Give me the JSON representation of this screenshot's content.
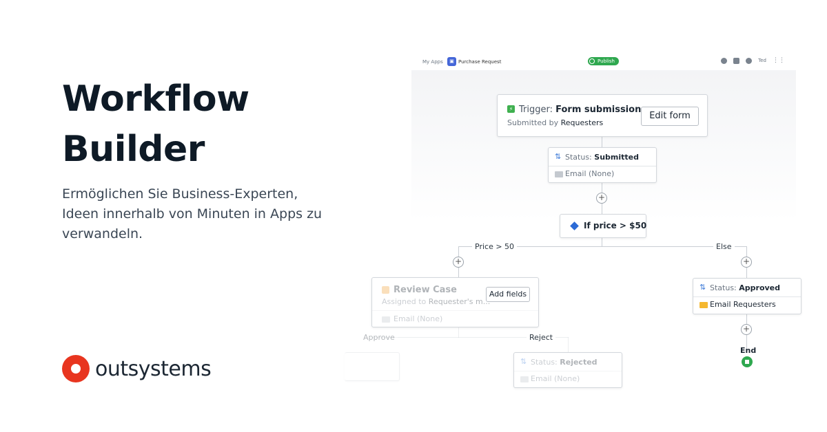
{
  "hero": {
    "title_line1": "Workflow",
    "title_line2": "Builder",
    "subtitle": "Ermöglichen Sie Business-Experten, Ideen innerhalb von Minuten in Apps zu verwandeln."
  },
  "logo": {
    "text": "outsystems",
    "brand_color": "#e8351f"
  },
  "topbar": {
    "my_apps": "My Apps",
    "app_name": "Purchase Request",
    "publish": "Publish",
    "user": "Ted",
    "icons": [
      "help-icon",
      "chat-icon",
      "user-avatar",
      "apps-grid-icon"
    ]
  },
  "trigger": {
    "prefix": "Trigger:",
    "name": "Form submission",
    "sub_prefix": "Submitted by",
    "sub_value": "Requesters",
    "button": "Edit form"
  },
  "status_submitted": {
    "prefix": "Status:",
    "value": "Submitted",
    "email": "Email (None)"
  },
  "condition": {
    "label": "If price > $50"
  },
  "branches": {
    "left": "Price > 50",
    "right": "Else"
  },
  "review": {
    "title": "Review Case",
    "sub_prefix": "Assigned to",
    "sub_value": "Requester's m...",
    "button": "Add fields",
    "email": "Email (None)"
  },
  "outcomes": {
    "approve": "Approve",
    "reject": "Reject"
  },
  "status_rejected": {
    "prefix": "Status:",
    "value": "Rejected",
    "email": "Email (None)"
  },
  "status_approved": {
    "prefix": "Status:",
    "value": "Approved",
    "email": "Email Requesters"
  },
  "end": {
    "label": "End",
    "color": "#2fa84f"
  }
}
